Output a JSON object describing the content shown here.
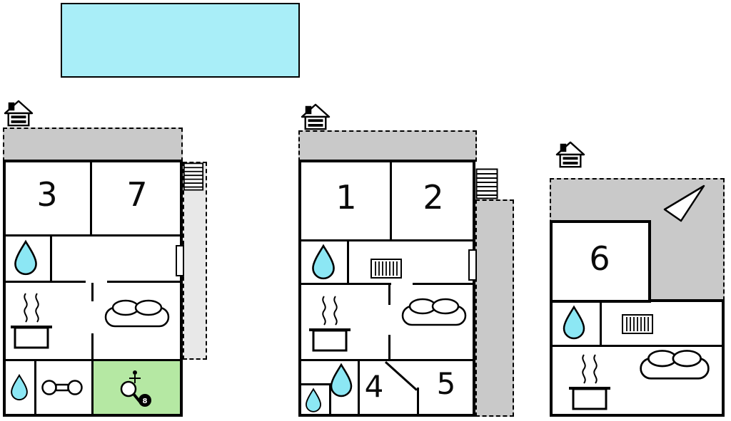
{
  "colors": {
    "background": "#ffffff",
    "line": "#000000",
    "pool": "#a9eef8",
    "terrace": "#c9c9c9",
    "balcony": "#e8e8e8",
    "games_room": "#b5e8a3",
    "drop_fill": "#8ce7f4"
  },
  "rooms": {
    "left": {
      "a": "3",
      "b": "7"
    },
    "middle": {
      "a": "1",
      "b": "2",
      "c": "4",
      "d": "5"
    },
    "right": {
      "a": "6"
    }
  },
  "labels": {
    "billiard_ball": "8"
  }
}
